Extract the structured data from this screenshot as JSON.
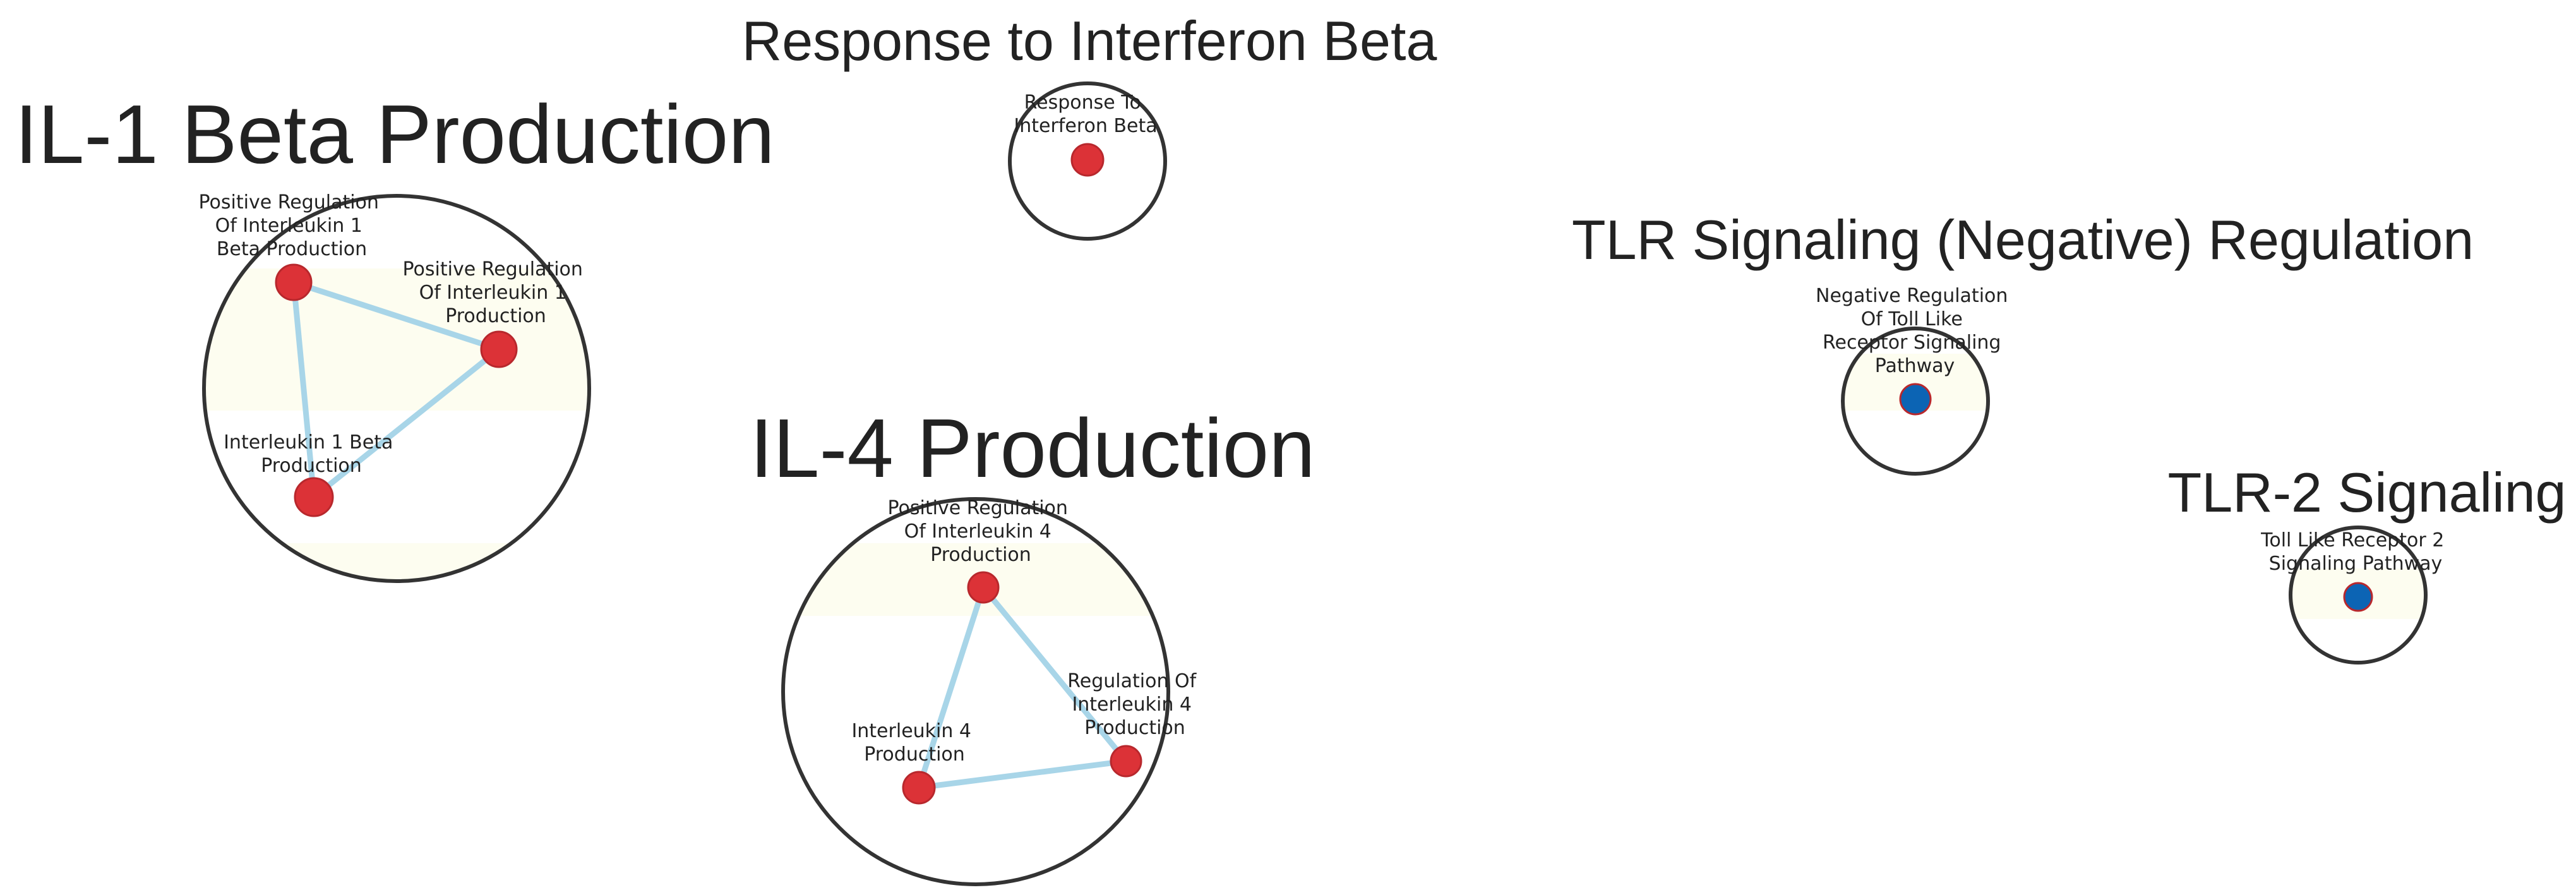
{
  "colors": {
    "node_red": "#dc3237",
    "node_blue": "#0c64b4",
    "edge": "#a8d5e8",
    "circle_stroke": "#333333",
    "band": "#fdfdf0"
  },
  "clusters": [
    {
      "id": "il1",
      "title": "IL-1 Beta Production",
      "nodes": [
        {
          "id": "pos_il1b",
          "label": [
            "Positive Regulation",
            "Of Interleukin 1",
            "Beta Production"
          ],
          "color": "red"
        },
        {
          "id": "pos_il1",
          "label": [
            "Positive Regulation",
            "Of Interleukin 1",
            "Production"
          ],
          "color": "red"
        },
        {
          "id": "il1b",
          "label": [
            "Interleukin 1 Beta",
            "Production"
          ],
          "color": "red"
        }
      ],
      "edges": [
        [
          "pos_il1b",
          "pos_il1"
        ],
        [
          "pos_il1b",
          "il1b"
        ],
        [
          "pos_il1",
          "il1b"
        ]
      ]
    },
    {
      "id": "ifnb",
      "title": "Response to Interferon Beta",
      "nodes": [
        {
          "id": "resp_ifnb",
          "label": [
            "Response To",
            "Interferon Beta"
          ],
          "color": "red"
        }
      ],
      "edges": []
    },
    {
      "id": "il4",
      "title": "IL-4 Production",
      "nodes": [
        {
          "id": "pos_il4",
          "label": [
            "Positive Regulation",
            "Of Interleukin 4",
            "Production"
          ],
          "color": "red"
        },
        {
          "id": "reg_il4",
          "label": [
            "Regulation Of",
            "Interleukin 4",
            "Production"
          ],
          "color": "red"
        },
        {
          "id": "il4p",
          "label": [
            "Interleukin 4",
            "Production"
          ],
          "color": "red"
        }
      ],
      "edges": [
        [
          "pos_il4",
          "reg_il4"
        ],
        [
          "pos_il4",
          "il4p"
        ],
        [
          "reg_il4",
          "il4p"
        ]
      ]
    },
    {
      "id": "tlrneg",
      "title": "TLR Signaling (Negative) Regulation",
      "nodes": [
        {
          "id": "neg_tlr",
          "label": [
            "Negative Regulation",
            "Of Toll Like",
            "Receptor Signaling",
            "Pathway"
          ],
          "color": "blue"
        }
      ],
      "edges": []
    },
    {
      "id": "tlr2",
      "title": "TLR-2 Signaling",
      "nodes": [
        {
          "id": "tlr2_path",
          "label": [
            "Toll Like Receptor 2",
            "Signaling Pathway"
          ],
          "color": "blue"
        }
      ],
      "edges": []
    }
  ]
}
